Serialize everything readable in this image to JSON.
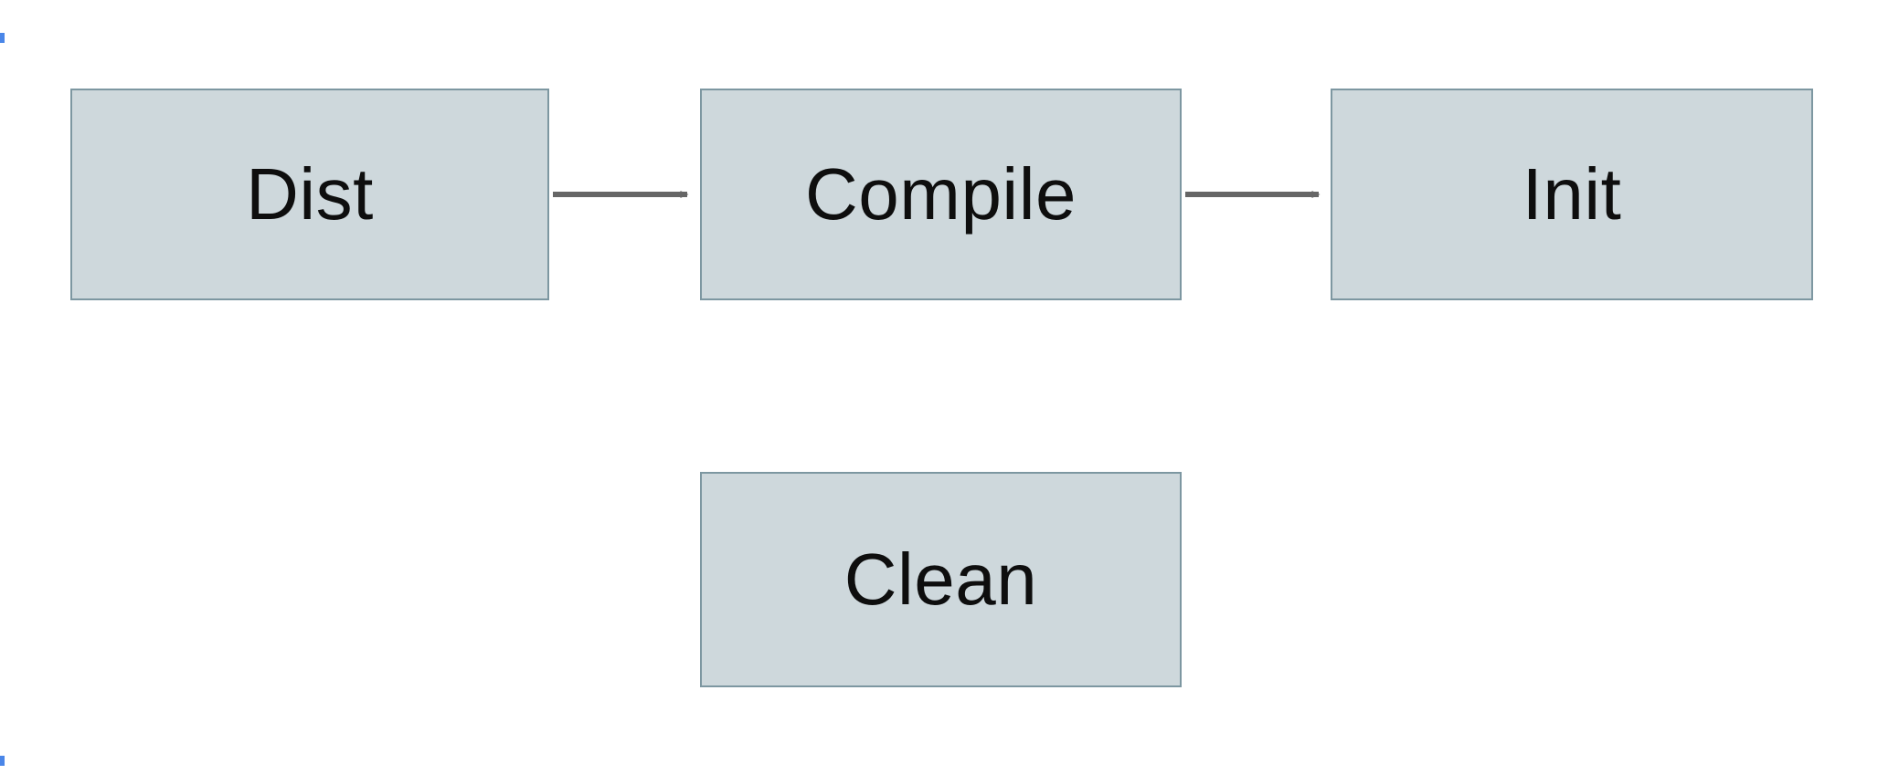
{
  "diagram": {
    "type": "flowchart",
    "nodes": [
      {
        "id": "dist",
        "label": "Dist"
      },
      {
        "id": "compile",
        "label": "Compile"
      },
      {
        "id": "init",
        "label": "Init"
      },
      {
        "id": "clean",
        "label": "Clean"
      }
    ],
    "edges": [
      {
        "from": "dist",
        "to": "compile",
        "direction": "right"
      },
      {
        "from": "compile",
        "to": "init",
        "direction": "right"
      }
    ],
    "colors": {
      "node_fill": "#ced8dc",
      "node_border": "#7d97a1",
      "arrow": "#666666",
      "background": "#ffffff",
      "edge_artifact": "#4a86e8"
    }
  }
}
